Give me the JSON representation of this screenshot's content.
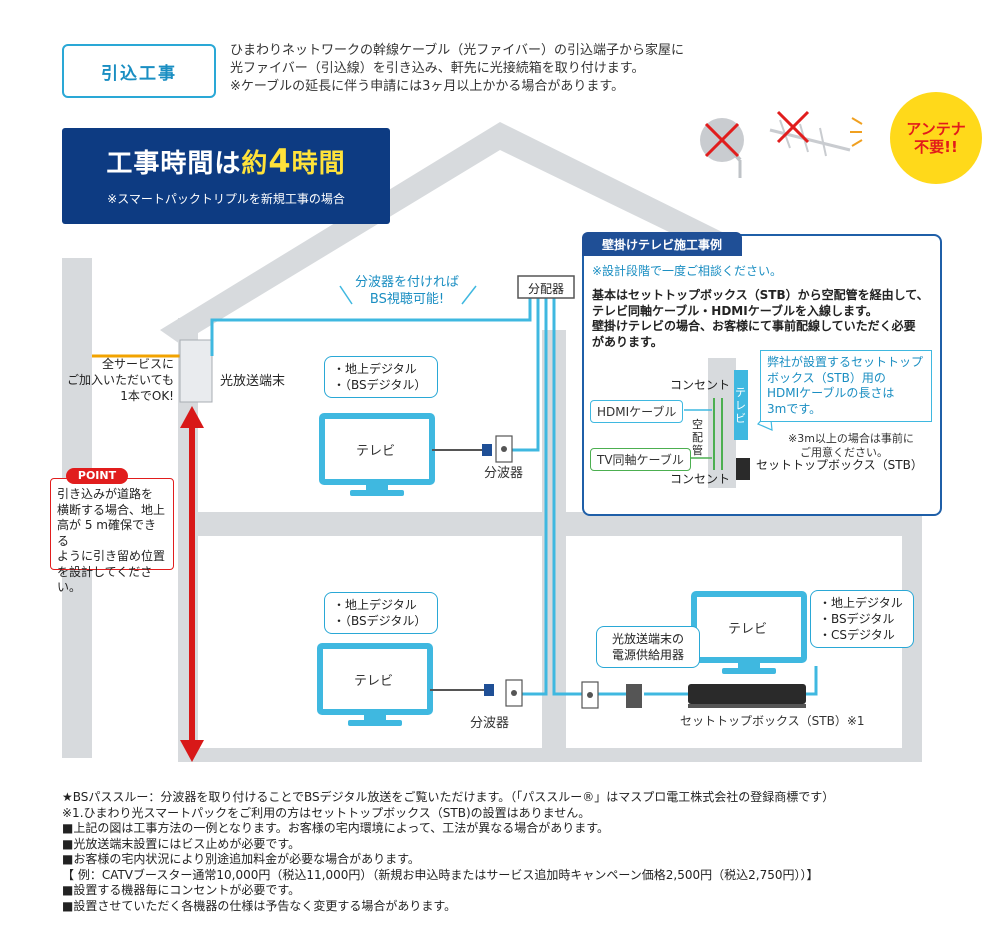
{
  "intro": {
    "label": "引込工事",
    "lines": [
      "ひまわりネットワークの幹線ケーブル（光ファイバー）の引込端子から家屋に",
      "光ファイバー（引込線）を引き込み、軒先に光接続箱を取り付けます。",
      "※ケーブルの延長に伴う申請には3ヶ月以上かかる場合があります。"
    ]
  },
  "time_box": {
    "prefix": "工事時間は",
    "approx": "約",
    "number": "4",
    "suffix": "時間",
    "sub": "※スマートパックトリプルを新規工事の場合"
  },
  "antenna_badge": {
    "line1": "アンテナ",
    "line2": "不要!!"
  },
  "splitter_note": {
    "line1": "分波器を付ければ",
    "line2": "BS視聴可能!"
  },
  "bunpaiki": "分配器",
  "onu_label": "光放送端末",
  "all_service": {
    "line1": "全サービスに",
    "line2": "ご加入いただいても",
    "line3": "1本でOK!"
  },
  "point": {
    "badge": "POINT",
    "lines": [
      "引き込みが道路を",
      "横断する場合、地上",
      "高が 5 m確保できる",
      "ように引き留め位置",
      "を設計してください。"
    ]
  },
  "room1": {
    "bubble_line1": "・地上デジタル",
    "bubble_line2": "・（BSデジタル）",
    "tv": "テレビ",
    "splitter": "分波器"
  },
  "room2": {
    "bubble_line1": "・地上デジタル",
    "bubble_line2": "・（BSデジタル）",
    "tv": "テレビ",
    "splitter": "分波器"
  },
  "room3": {
    "tv": "テレビ",
    "bubble_lines": [
      "・地上デジタル",
      "・BSデジタル",
      "・CSデジタル"
    ],
    "power_line1": "光放送端末の",
    "power_line2": "電源供給用器",
    "stb": "セットトップボックス（STB）※1"
  },
  "wall_panel": {
    "tab": "壁掛けテレビ施工事例",
    "note": "※設計段階で一度ご相談ください。",
    "body": [
      "基本はセットトップボックス（STB）から空配管を経由して、",
      "テレビ同軸ケーブル・HDMIケーブルを入線します。",
      "壁掛けテレビの場合、お客様にて事前配線していただく必要",
      "があります。"
    ],
    "outlet_top": "コンセント",
    "outlet_bottom": "コンセント",
    "hdmi": "HDMIケーブル",
    "coax": "TV同軸ケーブル",
    "conduit": "空配管",
    "tv": "テレビ",
    "stb": "セットトップボックス（STB）",
    "callout": [
      "弊社が設置するセットトップ",
      "ボックス（STB）用の",
      "HDMIケーブルの長さは",
      "3mです。"
    ],
    "callout_note": [
      "※3m以上の場合は事前に",
      "ご用意ください。"
    ]
  },
  "notes": [
    "★BSパススルー：分波器を取り付けることでBSデジタル放送をご覧いただけます。（「パススルー®」はマスプロ電工株式会社の登録商標です）",
    "※1.ひまわり光スマートパックをご利用の方はセットトップボックス（STB)の設置はありません。",
    "■上記の図は工事方法の一例となります。お客様の宅内環境によって、工法が異なる場合があります。",
    "■光放送端末設置にはビス止めが必要です。",
    "■お客様の宅内状況により別途追加料金が必要な場合があります。",
    "【 例：CATVブースター通常10,000円（税込11,000円）（新規お申込時またはサービス追加時キャンペーン価格2,500円（税込2,750円））】",
    "■設置する機器毎にコンセントが必要です。",
    "■設置させていただく各機器の仕様は予告なく変更する場合があります。"
  ],
  "colors": {
    "house": "#d7dadd",
    "cable": "#3fb8e0",
    "navy": "#0d3b82",
    "red": "#e11d1d",
    "yellow": "#ffd91a"
  }
}
